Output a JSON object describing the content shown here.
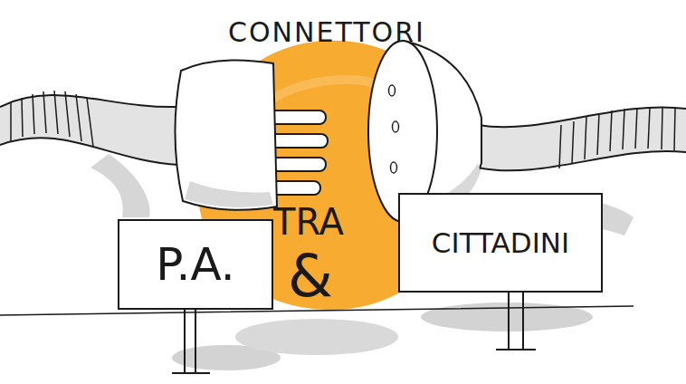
{
  "diagram": {
    "nodes": [
      {
        "text": [
          "P.A."
        ]
      },
      {
        "text": [
          "CITTADINI"
        ]
      }
    ],
    "labels": [
      "CONNETTORI",
      "TRA",
      "&"
    ]
  }
}
